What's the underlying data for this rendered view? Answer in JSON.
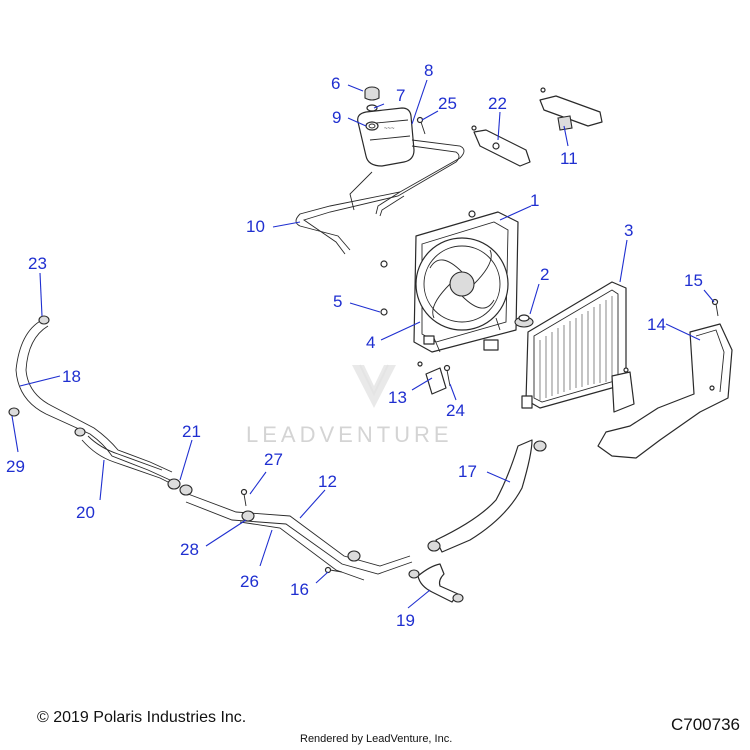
{
  "watermark": {
    "brand": "LEADVENTURE"
  },
  "callouts": [
    {
      "id": "1",
      "label": "1"
    },
    {
      "id": "2",
      "label": "2"
    },
    {
      "id": "3",
      "label": "3"
    },
    {
      "id": "4",
      "label": "4"
    },
    {
      "id": "5",
      "label": "5"
    },
    {
      "id": "6",
      "label": "6"
    },
    {
      "id": "7",
      "label": "7"
    },
    {
      "id": "8",
      "label": "8"
    },
    {
      "id": "9",
      "label": "9"
    },
    {
      "id": "10",
      "label": "10"
    },
    {
      "id": "11",
      "label": "11"
    },
    {
      "id": "12",
      "label": "12"
    },
    {
      "id": "13",
      "label": "13"
    },
    {
      "id": "14",
      "label": "14"
    },
    {
      "id": "15",
      "label": "15"
    },
    {
      "id": "16",
      "label": "16"
    },
    {
      "id": "17",
      "label": "17"
    },
    {
      "id": "18",
      "label": "18"
    },
    {
      "id": "19",
      "label": "19"
    },
    {
      "id": "20",
      "label": "20"
    },
    {
      "id": "21",
      "label": "21"
    },
    {
      "id": "22",
      "label": "22"
    },
    {
      "id": "23",
      "label": "23"
    },
    {
      "id": "24",
      "label": "24"
    },
    {
      "id": "25",
      "label": "25"
    },
    {
      "id": "26",
      "label": "26"
    },
    {
      "id": "27",
      "label": "27"
    },
    {
      "id": "28",
      "label": "28"
    },
    {
      "id": "29",
      "label": "29"
    }
  ],
  "footer": {
    "copyright": "© 2019 Polaris Industries Inc.",
    "rendered_by": "Rendered by LeadVenture, Inc.",
    "diagram_code": "C700736"
  },
  "colors": {
    "callout": "#1f2fd0",
    "line_art": "#2a2a2a",
    "watermark": "#d4d4d4"
  }
}
